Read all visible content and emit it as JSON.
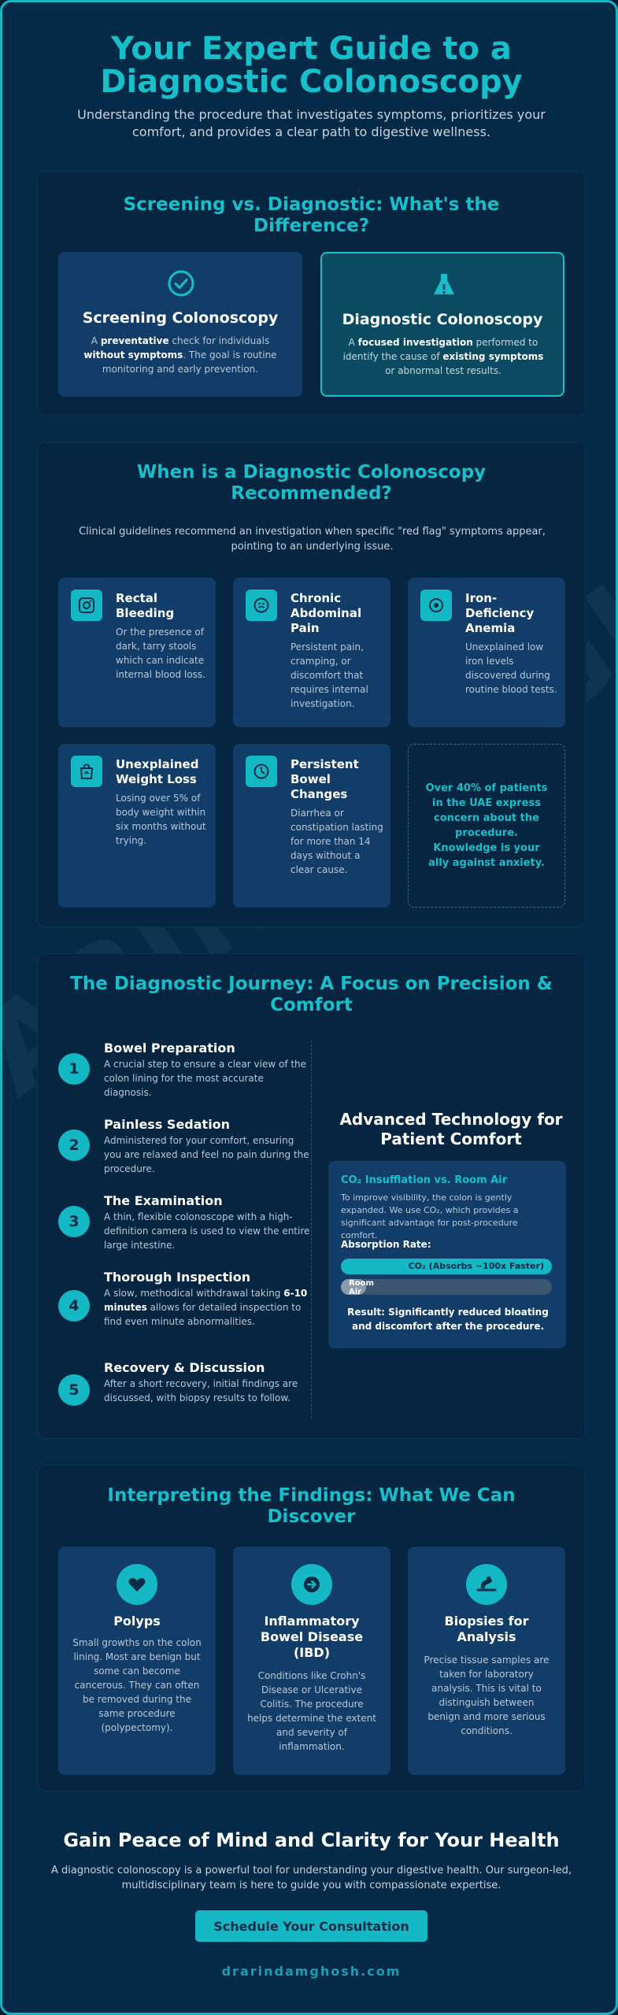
{
  "hero": {
    "title_line1": "Your Expert Guide to a",
    "title_line2": "Diagnostic Colonoscopy",
    "subtitle": "Understanding the procedure that investigates symptoms, prioritizes your comfort, and provides a clear path to digestive wellness."
  },
  "screening": {
    "title_line1": "Screening vs. Diagnostic: What's the",
    "title_line2": "Difference?",
    "screening_card": {
      "icon": "check-circle-icon",
      "title": "Screening Colonoscopy",
      "t1": "A ",
      "b1": "preventative",
      "t2": " check for individuals ",
      "b2": "without symptoms",
      "t3": ". The goal is routine monitoring and early prevention."
    },
    "diagnostic_card": {
      "icon": "flask-icon",
      "title": "Diagnostic Colonoscopy",
      "t1": "A ",
      "b1": "focused investigation",
      "t2": " performed to identify the cause of ",
      "b2": "existing symptoms",
      "t3": " or abnormal test results."
    }
  },
  "when": {
    "title_line1": "When is a Diagnostic Colonoscopy",
    "title_line2": "Recommended?",
    "intro": "Clinical guidelines recommend an investigation when specific \"red flag\" symptoms appear, pointing to an underlying issue.",
    "cards": [
      {
        "icon": "camera-icon",
        "title": "Rectal Bleeding",
        "text": "Or the presence of dark, tarry stools which can indicate internal blood loss."
      },
      {
        "icon": "face-icon",
        "title": "Chronic Abdominal Pain",
        "text": "Persistent pain, cramping, or discomfort that requires internal investigation."
      },
      {
        "icon": "target-icon",
        "title": "Iron-Deficiency Anemia",
        "text": "Unexplained low iron levels discovered during routine blood tests."
      },
      {
        "icon": "bag-icon",
        "title": "Unexplained Weight Loss",
        "text": "Losing over 5% of body weight within six months without trying."
      },
      {
        "icon": "clock-icon",
        "title": "Persistent Bowel Changes",
        "text": "Diarrhea or constipation lasting for more than 14 days without a clear cause."
      }
    ],
    "stat": "Over 40% of patients in the UAE express concern about the procedure. Knowledge is your ally against anxiety."
  },
  "journey": {
    "title_line1": "The Diagnostic Journey: A Focus on Precision &",
    "title_line2": "Comfort",
    "steps": [
      {
        "num": "1",
        "title": "Bowel Preparation",
        "text": "A crucial step to ensure a clear view of the colon lining for the most accurate diagnosis."
      },
      {
        "num": "2",
        "title": "Painless Sedation",
        "text": "Administered for your comfort, ensuring you are relaxed and feel no pain during the procedure."
      },
      {
        "num": "3",
        "title": "The Examination",
        "text": "A thin, flexible colonoscope with a high-definition camera is used to view the entire large intestine."
      },
      {
        "num": "4",
        "title": "Thorough Inspection",
        "text_a": "A slow, methodical withdrawal taking ",
        "text_b": "6-10 minutes",
        "text_c": " allows for detailed inspection to find even minute abnormalities."
      },
      {
        "num": "5",
        "title": "Recovery & Discussion",
        "text": "After a short recovery, initial findings are discussed, with biopsy results to follow."
      }
    ],
    "tech": {
      "title": "Advanced Technology for Patient Comfort",
      "box_title": "CO₂ Insufflation vs. Room Air",
      "box_text": "To improve visibility, the colon is gently expanded. We use CO₂, which provides a significant advantage for post-procedure comfort.",
      "rate_label": "Absorption Rate:",
      "bar_co2_label": "CO₂ (Absorbs ~100x Faster)",
      "bar_co2_fill": 1.0,
      "bar_air_label": "Room Air",
      "bar_air_fill": 0.12,
      "result": "Result: Significantly reduced bloating and discomfort after the procedure."
    }
  },
  "findings": {
    "title_line1": "Interpreting the Findings: What We Can",
    "title_line2": "Discover",
    "cards": [
      {
        "icon": "heart-icon",
        "title": "Polyps",
        "text": "Small growths on the colon lining. Most are benign but some can become cancerous. They can often be removed during the same procedure (polypectomy)."
      },
      {
        "icon": "arrow-right-icon",
        "title": "Inflammatory Bowel Disease (IBD)",
        "text": "Conditions like Crohn's Disease or Ulcerative Colitis. The procedure helps determine the extent and severity of inflammation."
      },
      {
        "icon": "microscope-icon",
        "title": "Biopsies for Analysis",
        "text": "Precise tissue samples are taken for laboratory analysis. This is vital to distinguish between benign and more serious conditions."
      }
    ]
  },
  "footer": {
    "title": "Gain Peace of Mind and Clarity for Your Health",
    "text": "A diagnostic colonoscopy is a powerful tool for understanding your digestive health. Our surgeon-led, multidisciplinary team is here to guide you with compassionate expertise.",
    "cta": "Schedule Your Consultation",
    "website": "drarindamghosh.com"
  },
  "watermark": "ARINDAMGHOSH",
  "colors": {
    "background": "#042a47",
    "accent": "#14b8c4",
    "card": "#123d68"
  }
}
